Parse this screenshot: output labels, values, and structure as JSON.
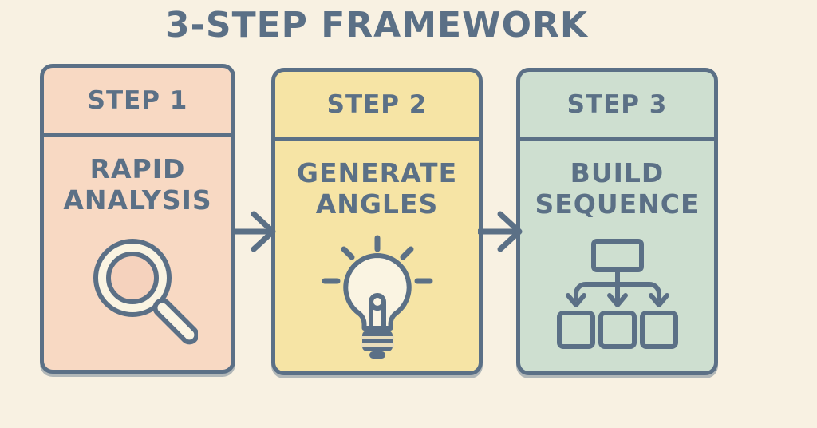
{
  "title": "3-STEP FRAMEWORK",
  "colors": {
    "background": "#f8f1e2",
    "outline": "#5b7086",
    "icon_fill": "#faf4e2",
    "step1_fill": "#f8d9c3",
    "step2_fill": "#f6e4a5",
    "step3_fill": "#cedfd0"
  },
  "steps": [
    {
      "label": "STEP 1",
      "lines": [
        "RAPID",
        "ANALYSIS"
      ],
      "icon": "magnifier-icon",
      "fill": "#f8d9c3"
    },
    {
      "label": "STEP 2",
      "lines": [
        "GENERATE",
        "ANGLES"
      ],
      "icon": "lightbulb-icon",
      "fill": "#f6e4a5"
    },
    {
      "label": "STEP 3",
      "lines": [
        "BUILD",
        "SEQUENCE"
      ],
      "icon": "hierarchy-icon",
      "fill": "#cedfd0"
    }
  ],
  "arrows": [
    {
      "name": "arrow-step1-to-step2",
      "direction": "right"
    },
    {
      "name": "arrow-step2-to-step3",
      "direction": "right"
    }
  ]
}
